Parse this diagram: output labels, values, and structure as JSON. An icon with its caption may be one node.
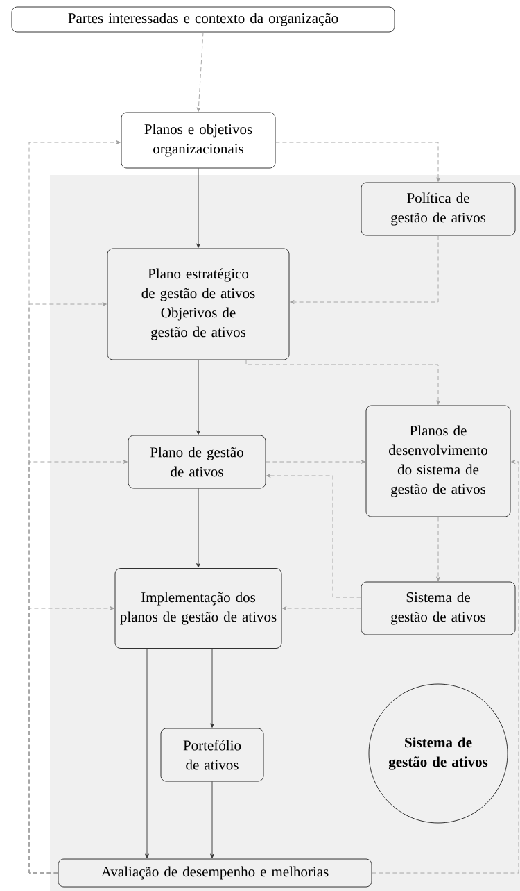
{
  "diagram": {
    "nodes": [
      {
        "text": [
          "Partes interessadas e contexto da organização"
        ]
      },
      {
        "text": [
          "Planos e objetivos organizacionais"
        ]
      },
      {
        "text": [
          "Política de gestão de ativos"
        ]
      },
      {
        "text": [
          "Plano estratégico de gestão de ativos",
          "Objetivos de gestão de ativos"
        ]
      },
      {
        "text": [
          "Planos de desenvolvimento do sistema de gestão de ativos"
        ]
      },
      {
        "text": [
          "Plano de gestão de ativos"
        ]
      },
      {
        "text": [
          "Sistema de gestão de ativos"
        ]
      },
      {
        "text": [
          "Implementação dos planos de gestão de ativos"
        ]
      },
      {
        "text": [
          "Portefólio de ativos"
        ]
      },
      {
        "text": [
          "Avaliação de desempenho e melhorias"
        ]
      },
      {
        "text": [
          "Sistema de gestão de ativos"
        ]
      }
    ],
    "edges": [
      {
        "from": 0,
        "to": 1,
        "arrow": "to",
        "style": "dashed",
        "color": "#9e9e9e"
      },
      {
        "from": 1,
        "to": 2,
        "arrow": "to",
        "style": "dashed",
        "color": "#9e9e9e"
      },
      {
        "from": 1,
        "to": 3,
        "arrow": "to",
        "color": "#323232"
      },
      {
        "from": 2,
        "to": 3,
        "arrow": "to",
        "style": "dashed",
        "color": "#9e9e9e"
      },
      {
        "from": 3,
        "to": 4,
        "arrow": "to",
        "style": "dashed",
        "color": "#9e9e9e"
      },
      {
        "from": 3,
        "to": 5,
        "arrow": "to",
        "color": "#323232"
      },
      {
        "from": 5,
        "to": 4,
        "arrow": "to",
        "style": "dashed",
        "color": "#9e9e9e"
      },
      {
        "from": 4,
        "to": 6,
        "arrow": "to",
        "style": "dashed",
        "color": "#9e9e9e"
      },
      {
        "from": 6,
        "to": 5,
        "arrow": "to",
        "style": "dashed",
        "color": "#9e9e9e"
      },
      {
        "from": 6,
        "to": 7,
        "arrow": "to",
        "style": "dashed",
        "color": "#9e9e9e"
      },
      {
        "from": 5,
        "to": 7,
        "arrow": "to",
        "color": "#323232"
      },
      {
        "from": 7,
        "to": 8,
        "arrow": "to",
        "color": "#323232"
      },
      {
        "from": 7,
        "to": 9,
        "arrow": "to",
        "color": "#323232"
      },
      {
        "from": 8,
        "to": 9,
        "arrow": "to",
        "color": "#323232"
      },
      {
        "from": 9,
        "to": 1,
        "arrow": "to",
        "style": "dashed",
        "color": "#9e9e9e"
      },
      {
        "from": 9,
        "to": 3,
        "arrow": "to",
        "style": "dashed",
        "color": "#9e9e9e"
      },
      {
        "from": 9,
        "to": 5,
        "arrow": "to",
        "style": "dashed",
        "color": "#9e9e9e"
      },
      {
        "from": 9,
        "to": 7,
        "arrow": "to",
        "style": "dashed",
        "color": "#9e9e9e"
      },
      {
        "from": 9,
        "to": 4,
        "arrow": "to",
        "style": "dashed",
        "color": "#9e9e9e"
      }
    ]
  }
}
